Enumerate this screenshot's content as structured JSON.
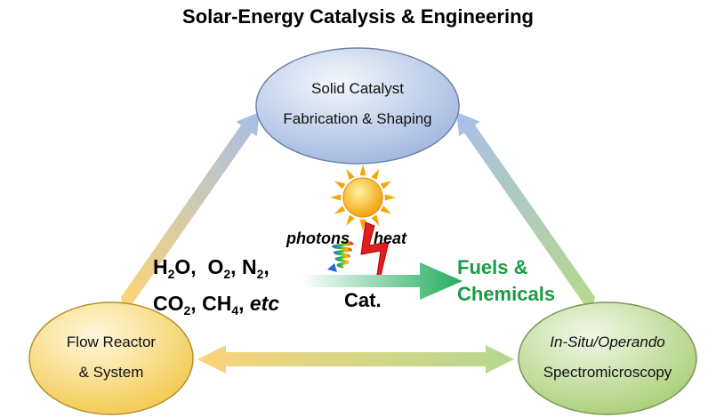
{
  "title": "Solar-Energy Catalysis & Engineering",
  "nodes": {
    "top": {
      "line1": "Solid Catalyst",
      "line2": "Fabrication & Shaping"
    },
    "left": {
      "line1": "Flow Reactor",
      "line2": "& System"
    },
    "right": {
      "line1": "In-Situ/Operando",
      "line2": "Spectromicroscopy"
    }
  },
  "center": {
    "reactants": {
      "h2o": {
        "a": "H",
        "sub": "2",
        "b": "O,"
      },
      "o2": {
        "a": "O",
        "sub": "2",
        "b": ","
      },
      "n2": {
        "a": "N",
        "sub": "2",
        "b": ","
      },
      "co2": {
        "a": "CO",
        "sub": "2",
        "b": ","
      },
      "ch4": {
        "a": "CH",
        "sub": "4",
        "b": ","
      },
      "etc": "etc"
    },
    "photons": "photons",
    "heat": "heat",
    "catalyst": "Cat.",
    "products": {
      "line1": "Fuels &",
      "line2": "Chemicals"
    }
  },
  "colors": {
    "blue_node": "#b3c6e6",
    "yellow_node": "#f6d77a",
    "green_node": "#bcd98f",
    "products_green": "#1a9b45",
    "arrow_green": "#2bb567",
    "sun": "#f5a500",
    "heat_red": "#e02020"
  },
  "icons": [
    "sun-icon",
    "photon-wave-icon",
    "heat-bolt-icon"
  ]
}
